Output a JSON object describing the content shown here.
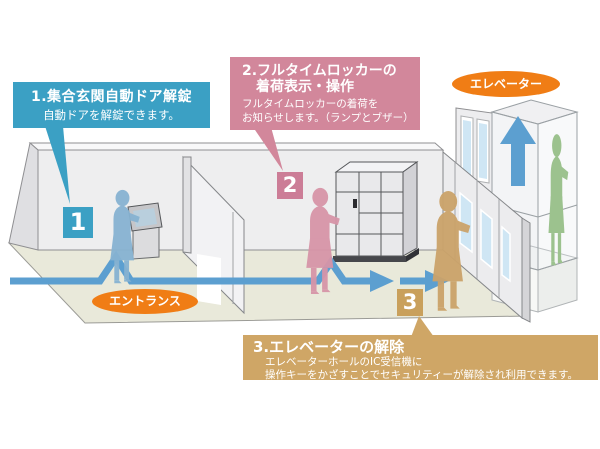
{
  "colors": {
    "step1_blue": "#3ba0c4",
    "step2_pink": "#d2879b",
    "step3_tan": "#cfa666",
    "label_orange": "#f07d15",
    "path_blue": "#5c9fd0",
    "floor_beige": "#e9e9da"
  },
  "callouts": {
    "step1": {
      "number": "1",
      "title": "1.集合玄関自動ドア解錠",
      "body": "自動ドアを解錠できます。"
    },
    "step2": {
      "number": "2",
      "title_line1": "2.フルタイムロッカーの",
      "title_line2": "着荷表示・操作",
      "body_line1": "フルタイムロッカーの着荷を",
      "body_line2": "お知らせします。（ランプとブザー）"
    },
    "step3": {
      "number": "3",
      "title": "3.エレベーターの解除",
      "body_line1": "エレベーターホールのIC受信機に",
      "body_line2": "操作キーをかざすことでセキュリティーが解除され利用できます。"
    }
  },
  "floor_labels": {
    "elevator": "エレベーター",
    "entrance": "エントランス"
  },
  "illustration": {
    "people": [
      {
        "name": "resident-at-intercom",
        "color": "#87b3d2"
      },
      {
        "name": "resident-at-locker",
        "color": "#d795a8"
      },
      {
        "name": "resident-at-elevator",
        "color": "#cba36a"
      },
      {
        "name": "resident-in-elevator",
        "color": "#9cc28e"
      }
    ],
    "objects": [
      "intercom-kiosk",
      "full-time-locker",
      "automatic-door",
      "elevator-doors",
      "elevator-shaft",
      "up-arrow",
      "entrance-route-arrows"
    ]
  }
}
